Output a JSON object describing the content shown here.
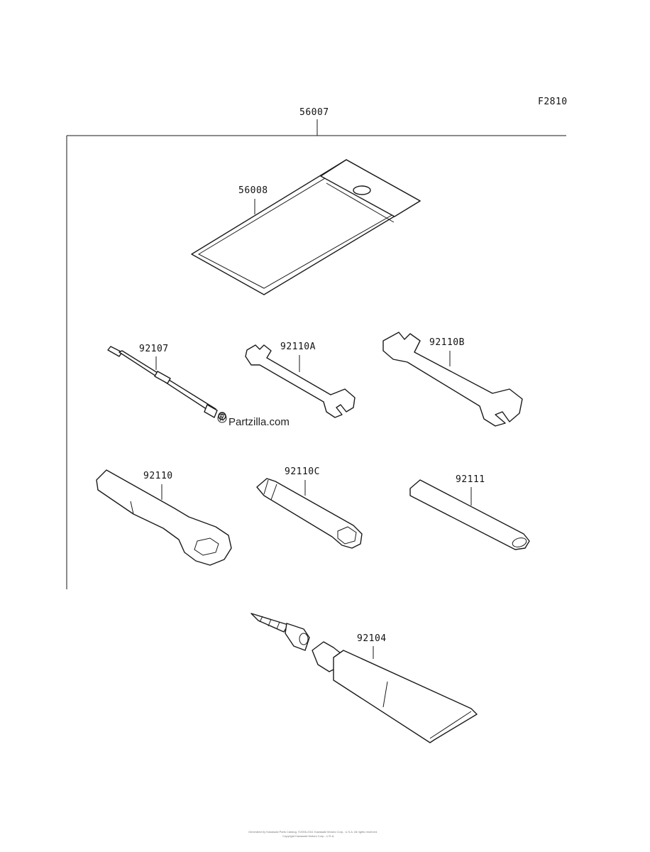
{
  "figure_code": "F2810",
  "assembly_label": "56007",
  "parts": {
    "bag": "56008",
    "screwdriver": "92107",
    "wrench_a": "92110A",
    "wrench_b": "92110B",
    "box_wrench": "92110",
    "socket": "92110C",
    "bar": "92111",
    "tube": "92104"
  },
  "watermark": "Partzilla.com",
  "icons": {
    "watermark_logo": "registered-trademark-icon"
  },
  "footer": {
    "line1": "Generated by Kawasaki Parts Catalog. ©2006-2011 Kawasaki Motors Corp., U.S.A. All rights reserved.",
    "line2": "Copyright Kawasaki Motors Corp., U.S.A."
  }
}
